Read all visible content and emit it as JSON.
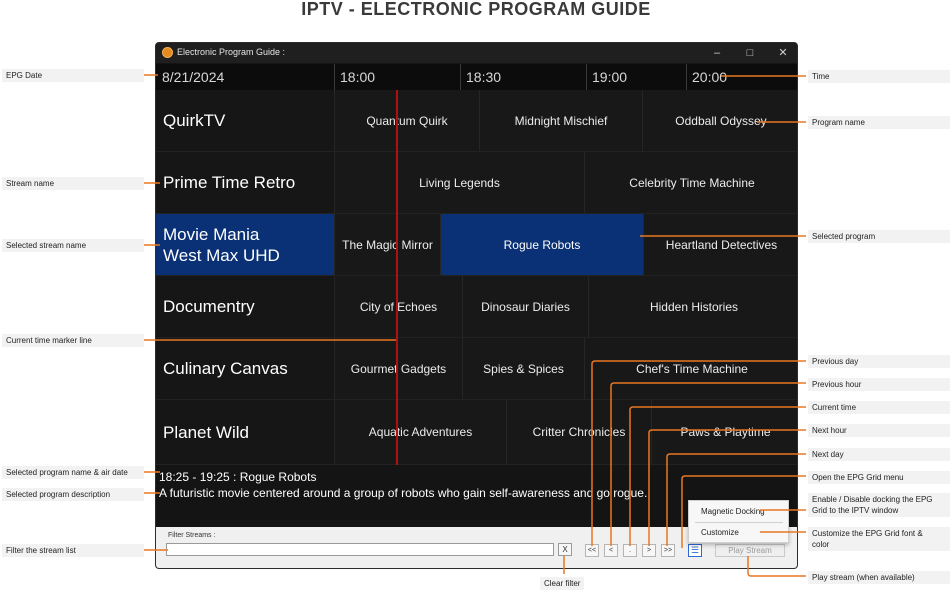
{
  "page_title": "IPTV - ELECTRONIC PROGRAM GUIDE",
  "window": {
    "title": "Electronic Program Guide :",
    "minimize": "–",
    "maximize": "□",
    "close": "✕"
  },
  "timeline": {
    "date": "8/21/2024",
    "times": [
      "18:00",
      "18:30",
      "19:00",
      "20:00"
    ]
  },
  "rows": [
    {
      "stream": "QuirkTV",
      "programs": [
        "Quantum Quirk",
        "Midnight Mischief",
        "Oddball Odyssey"
      ]
    },
    {
      "stream": "Prime Time Retro",
      "programs": [
        "Living Legends",
        "Celebrity Time Machine"
      ]
    },
    {
      "stream_line1": "Movie Mania",
      "stream_line2": "West Max UHD",
      "programs": [
        "The Magic Mirror",
        "Rogue Robots",
        "Heartland Detectives"
      ]
    },
    {
      "stream": "Documentry",
      "programs": [
        "City of Echoes",
        "Dinosaur Diaries",
        "Hidden Histories"
      ]
    },
    {
      "stream": "Culinary Canvas",
      "programs": [
        "Gourmet Gadgets",
        "Spies & Spices",
        "Chef's Time Machine"
      ]
    },
    {
      "stream": "Planet Wild",
      "programs": [
        "Aquatic Adventures",
        "Critter Chronicles",
        "Paws & Playtime"
      ]
    }
  ],
  "info": {
    "name_air": "18:25 - 19:25 : Rogue Robots",
    "description": "A futuristic movie centered around a group of robots who gain self-awareness and go rogue."
  },
  "bottom": {
    "filter_label": "Filter Streams :",
    "filter_value": "",
    "clear": "X",
    "nav": [
      "<<",
      "<",
      ".",
      ">",
      ">>"
    ],
    "menu_icon": "☰",
    "play": "Play Stream"
  },
  "popup": {
    "items": [
      "Magnetic Docking",
      "Customize"
    ]
  },
  "callouts": {
    "epg_date": "EPG Date",
    "stream_name": "Stream name",
    "selected_stream_name": "Selected stream name",
    "current_time_marker": "Current time marker line",
    "selected_program_name_air": "Selected program name & air date",
    "selected_program_desc": "Selected program description",
    "filter_list": "Filter the stream list",
    "clear_filter": "Clear filter",
    "time": "Time",
    "program_name": "Program name",
    "selected_program": "Selected program",
    "previous_day": "Previous day",
    "previous_hour": "Previous hour",
    "current_time": "Current time",
    "next_hour": "Next hour",
    "next_day": "Next day",
    "open_menu": "Open the EPG Grid menu",
    "docking_1": "Enable / Disable docking the EPG",
    "docking_2": "Grid to the IPTV window",
    "customize_1": "Customize the EPG Grid font &",
    "customize_2": "color",
    "play_stream": "Play stream (when available)"
  },
  "colors": {
    "accent": "#e87722",
    "selected": "#0a3175",
    "now_line": "#b01010",
    "background": "#141414"
  }
}
